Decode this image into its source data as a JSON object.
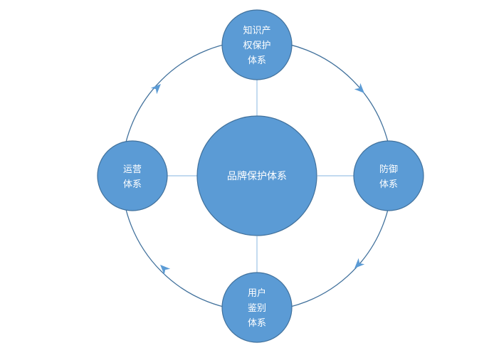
{
  "diagram": {
    "colors": {
      "node_fill": "#5b9bd5",
      "node_stroke": "#41719c",
      "ring": "#41719c",
      "spoke": "#9dc3e6",
      "arrow": "#5b9bd5",
      "text": "#ffffff"
    },
    "center": {
      "label": "品牌保护体系"
    },
    "nodes": {
      "top": {
        "lines": [
          "知识产",
          "权保护",
          "体系"
        ]
      },
      "right": {
        "lines": [
          "防御",
          "体系"
        ]
      },
      "bottom": {
        "lines": [
          "用户",
          "鉴别",
          "体系"
        ]
      },
      "left": {
        "lines": [
          "运营",
          "体系"
        ]
      }
    },
    "cycle_direction": "clockwise"
  }
}
